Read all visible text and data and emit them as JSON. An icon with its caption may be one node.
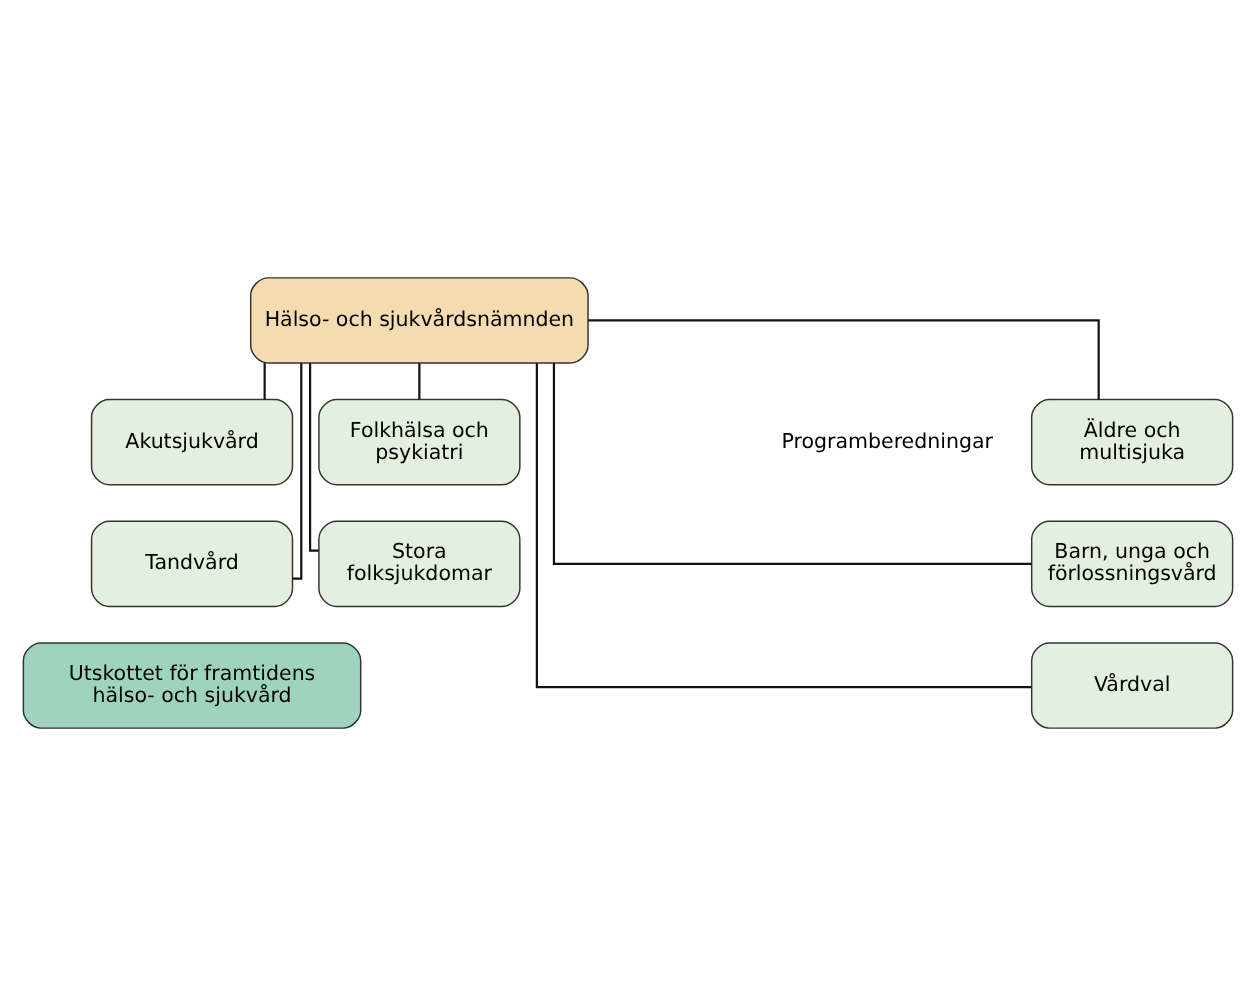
{
  "diagram": {
    "nodes": [
      {
        "text": [
          "Hälso- och sjukvårdsnämnden"
        ]
      },
      {
        "text": [
          "Äldre och multisjuka"
        ]
      },
      {
        "text": [
          "Akutsjukvård"
        ]
      },
      {
        "text": [
          "Folkhälsa och psykiatri"
        ]
      },
      {
        "text": [
          "Barn, unga och förlossningsvård"
        ]
      },
      {
        "text": [
          "Tandvård"
        ]
      },
      {
        "text": [
          "Stora folksjukdomar"
        ]
      },
      {
        "text": [
          "Vårdval"
        ]
      },
      {
        "text": [
          "Utskottet för framtidens hälso- och sjukvård"
        ]
      }
    ],
    "edges": [
      {
        "from": 0,
        "to": 1,
        "arrow": "none"
      },
      {
        "from": 0,
        "to": 4,
        "arrow": "none"
      },
      {
        "from": 0,
        "to": 7,
        "arrow": "none"
      },
      {
        "from": 0,
        "to": 2,
        "arrow": "none"
      },
      {
        "from": 0,
        "to": 5,
        "arrow": "none"
      },
      {
        "from": 0,
        "to": 3,
        "arrow": "none"
      },
      {
        "from": 0,
        "to": 6,
        "arrow": "none"
      }
    ],
    "labels": [
      "Programberedningar"
    ]
  }
}
